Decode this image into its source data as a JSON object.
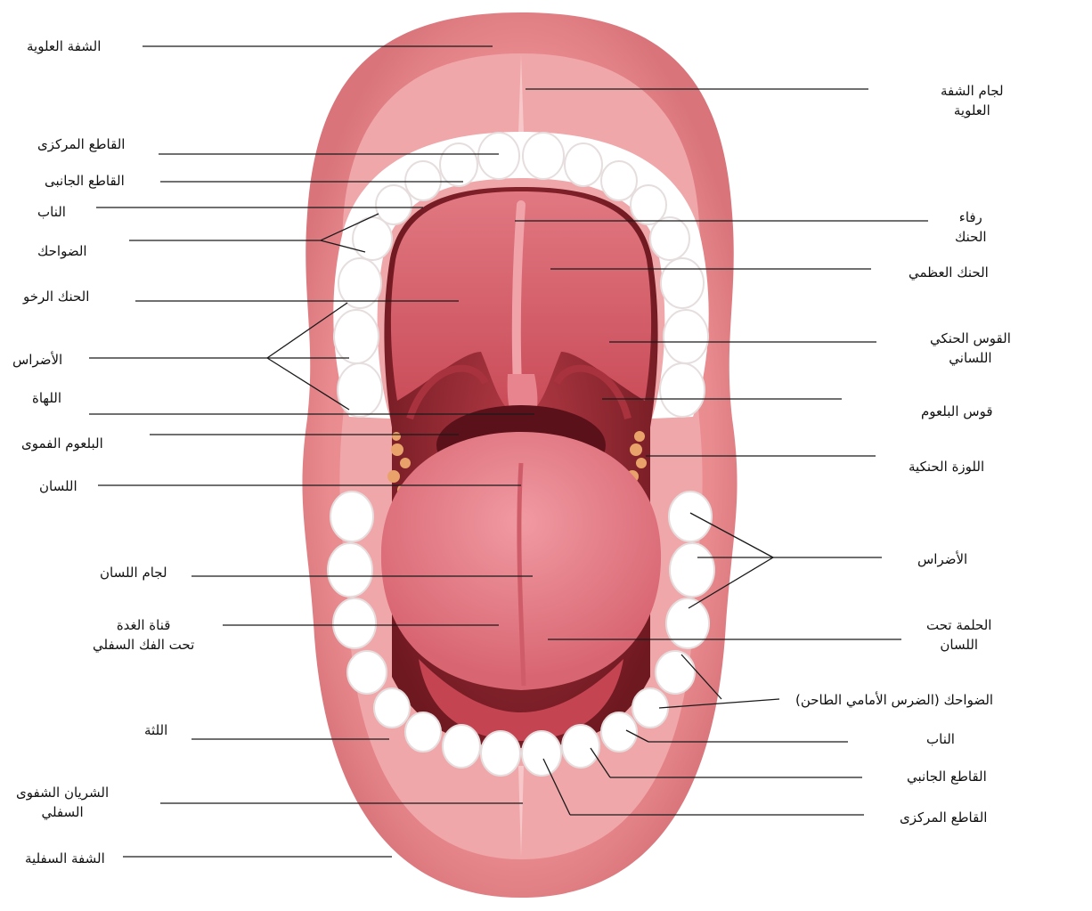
{
  "labels_left": {
    "upper_lip": "الشفة العلوية",
    "upper_central_incisor": "القاطع المركزى",
    "upper_lateral_incisor": "القاطع الجانبى",
    "upper_canine": "الناب",
    "upper_premolars": "الضواحك",
    "soft_palate": "الحنك الرخو",
    "upper_molars": "الأضراس",
    "uvula": "اللهاة",
    "oropharynx": "البلعوم الفموى",
    "tongue": "اللسان",
    "lingual_frenulum": "لجام اللسان",
    "submandibular_duct_line1": "قناة الغدة",
    "submandibular_duct_line2": "تحت الفك السفلي",
    "gum": "اللثة",
    "inferior_labial_artery_line1": "الشريان الشفوى",
    "inferior_labial_artery_line2": "السفلي",
    "lower_lip": "الشفة السفلية"
  },
  "labels_right": {
    "upper_labial_frenulum_line1": "لجام الشفة",
    "upper_labial_frenulum_line2": "العلوية",
    "palatine_raphe_line1": "رفاء",
    "palatine_raphe_line2": "الحنك",
    "hard_palate": "الحنك العظمي",
    "palatoglossal_arch_line1": "القوس الحنكي",
    "palatoglossal_arch_line2": "اللساني",
    "palatopharyngeal_arch": "قوس البلعوم",
    "palatine_tonsil": "اللوزة الحنكية",
    "lower_molars": "الأضراس",
    "sublingual_caruncle_line1": "الحلمة تحت",
    "sublingual_caruncle_line2": "اللسان",
    "lower_premolars": "الضواحك (الضرس الأمامي الطاحن)",
    "lower_canine": "الناب",
    "lower_lateral_incisor": "القاطع الجانبي",
    "lower_central_incisor": "القاطع المركزى"
  },
  "colors": {
    "lip": "#e98b8f",
    "lip_inner": "#f2b2b3",
    "mouth_dark": "#7a1d24",
    "palate": "#d9646f",
    "tongue": "#e27b85",
    "tooth": "#ffffff",
    "leader_line": "#1a1a1a"
  }
}
